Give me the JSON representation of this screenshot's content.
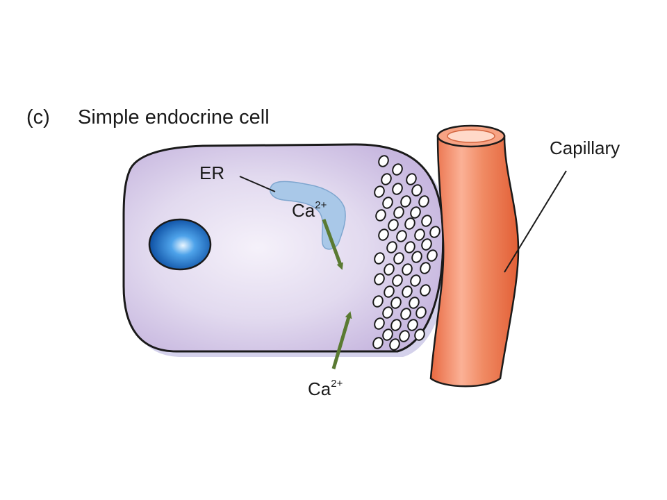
{
  "figure": {
    "panel_label": "(c)",
    "title": "Simple endocrine cell",
    "labels": {
      "er": "ER",
      "capillary": "Capillary",
      "ion_internal": {
        "base": "Ca",
        "superscript": "2+"
      },
      "ion_external": {
        "base": "Ca",
        "superscript": "2+"
      }
    },
    "colors": {
      "cell_fill": "#d9cfea",
      "cell_shadow": "#c9c6e6",
      "nucleus": "#1565c0",
      "er_fill": "#a9c8e8",
      "arrow": "#5a7a32",
      "capillary": "#ee7f58",
      "outline": "#1a1a1a"
    }
  }
}
